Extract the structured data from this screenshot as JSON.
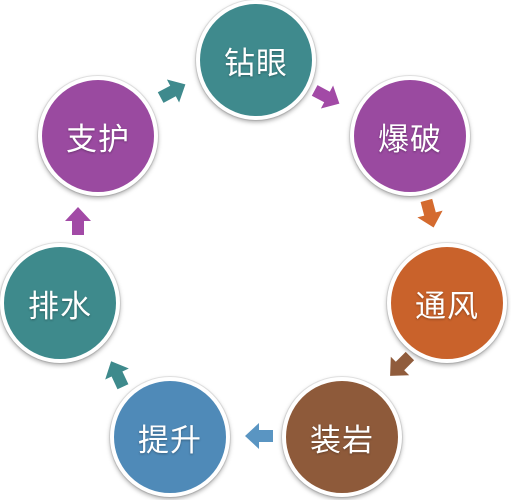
{
  "diagram": {
    "steps": [
      {
        "label": "钻眼",
        "color": "#3f8a8d"
      },
      {
        "label": "爆破",
        "color": "#9a4aa0"
      },
      {
        "label": "通风",
        "color": "#c9622b"
      },
      {
        "label": "装岩",
        "color": "#8e5a3a"
      },
      {
        "label": "提升",
        "color": "#4f8ab8"
      },
      {
        "label": "排水",
        "color": "#3e8a8c"
      },
      {
        "label": "支护",
        "color": "#9a4aa0"
      }
    ],
    "arrows": [
      {
        "color": "#3f8a8d"
      },
      {
        "color": "#a24aa6"
      },
      {
        "color": "#d46a2e"
      },
      {
        "color": "#905c3c"
      },
      {
        "color": "#5a95c2"
      },
      {
        "color": "#3e8a8c"
      },
      {
        "color": "#a24aa6"
      }
    ]
  }
}
